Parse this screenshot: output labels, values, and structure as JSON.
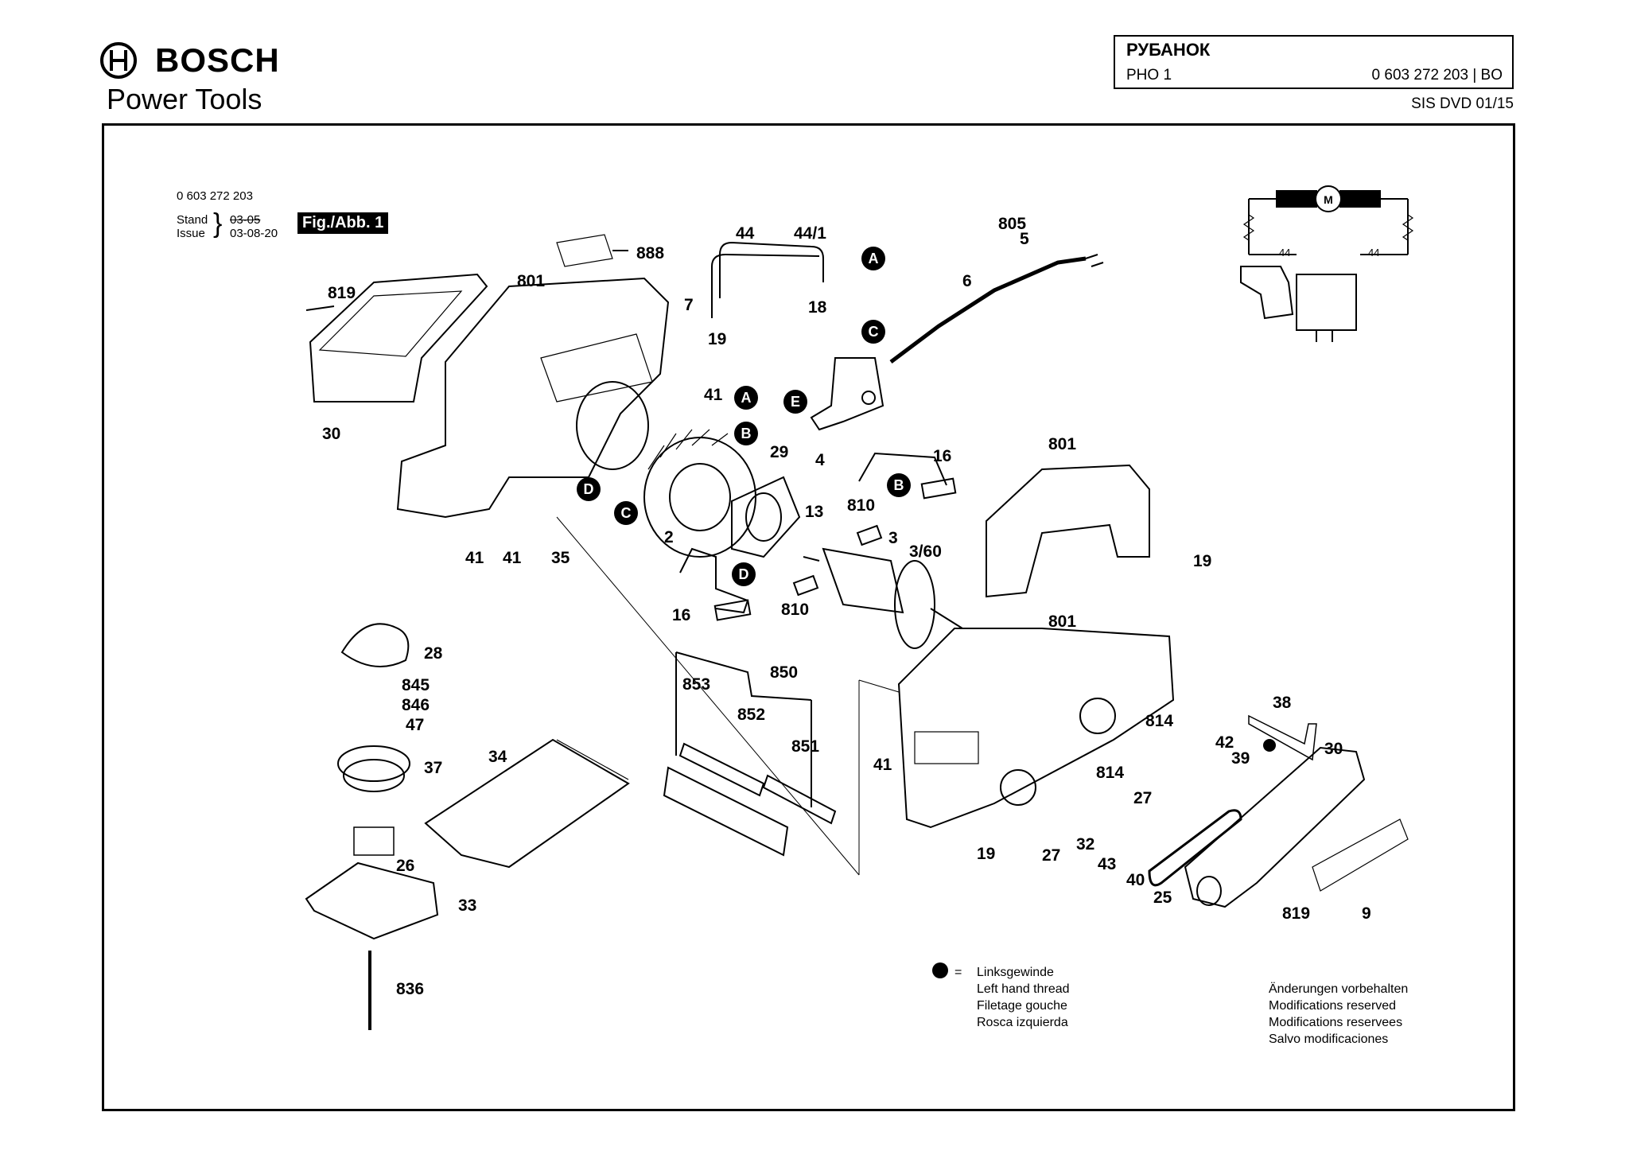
{
  "header": {
    "brand": "BOSCH",
    "subbrand": "Power Tools",
    "product_title": "РУБАНОК",
    "model": "PHO 1",
    "part_number": "0 603 272 203 | BO",
    "source_ref": "SIS DVD 01/15"
  },
  "diagram": {
    "article_number": "0 603 272 203",
    "stand_label": "Stand",
    "issue_label": "Issue",
    "stand_old": "03-05",
    "issue_date": "03-08-20",
    "figure_tag": "Fig./Abb. 1",
    "part_labels": [
      {
        "id": "888",
        "text": "888"
      },
      {
        "id": "819a",
        "text": "819"
      },
      {
        "id": "801a",
        "text": "801"
      },
      {
        "id": "30a",
        "text": "30"
      },
      {
        "id": "44",
        "text": "44"
      },
      {
        "id": "44-1",
        "text": "44/1"
      },
      {
        "id": "805",
        "text": "805"
      },
      {
        "id": "5",
        "text": "5"
      },
      {
        "id": "6",
        "text": "6"
      },
      {
        "id": "7",
        "text": "7"
      },
      {
        "id": "19a",
        "text": "19"
      },
      {
        "id": "18",
        "text": "18"
      },
      {
        "id": "41a",
        "text": "41"
      },
      {
        "id": "4",
        "text": "4"
      },
      {
        "id": "29",
        "text": "29"
      },
      {
        "id": "2",
        "text": "2"
      },
      {
        "id": "41b",
        "text": "41"
      },
      {
        "id": "41c",
        "text": "41"
      },
      {
        "id": "35",
        "text": "35"
      },
      {
        "id": "13",
        "text": "13"
      },
      {
        "id": "16a",
        "text": "16"
      },
      {
        "id": "810a",
        "text": "810"
      },
      {
        "id": "3",
        "text": "3"
      },
      {
        "id": "3-60",
        "text": "3/60"
      },
      {
        "id": "801b",
        "text": "801"
      },
      {
        "id": "19b",
        "text": "19"
      },
      {
        "id": "16b",
        "text": "16"
      },
      {
        "id": "810b",
        "text": "810"
      },
      {
        "id": "28",
        "text": "28"
      },
      {
        "id": "845",
        "text": "845"
      },
      {
        "id": "846",
        "text": "846"
      },
      {
        "id": "47",
        "text": "47"
      },
      {
        "id": "37",
        "text": "37"
      },
      {
        "id": "34",
        "text": "34"
      },
      {
        "id": "853",
        "text": "853"
      },
      {
        "id": "850",
        "text": "850"
      },
      {
        "id": "852",
        "text": "852"
      },
      {
        "id": "851",
        "text": "851"
      },
      {
        "id": "801c",
        "text": "801"
      },
      {
        "id": "41d",
        "text": "41"
      },
      {
        "id": "814a",
        "text": "814"
      },
      {
        "id": "42",
        "text": "42"
      },
      {
        "id": "39",
        "text": "39"
      },
      {
        "id": "38",
        "text": "38"
      },
      {
        "id": "30b",
        "text": "30"
      },
      {
        "id": "814b",
        "text": "814"
      },
      {
        "id": "27a",
        "text": "27"
      },
      {
        "id": "26",
        "text": "26"
      },
      {
        "id": "33",
        "text": "33"
      },
      {
        "id": "19c",
        "text": "19"
      },
      {
        "id": "27b",
        "text": "27"
      },
      {
        "id": "32",
        "text": "32"
      },
      {
        "id": "43",
        "text": "43"
      },
      {
        "id": "40",
        "text": "40"
      },
      {
        "id": "25",
        "text": "25"
      },
      {
        "id": "819b",
        "text": "819"
      },
      {
        "id": "9",
        "text": "9"
      },
      {
        "id": "836",
        "text": "836"
      }
    ],
    "callouts": [
      "A",
      "B",
      "C",
      "D",
      "E"
    ],
    "circuit": {
      "motor": "M",
      "left": "44",
      "right": "44"
    }
  },
  "legend": {
    "symbol_eq": "=",
    "lines": [
      "Linksgewinde",
      "Left hand thread",
      "Filetage gouche",
      "Rosca izquierda"
    ]
  },
  "modifications": {
    "lines": [
      "Änderungen vorbehalten",
      "Modifications reserved",
      "Modifications reservees",
      "Salvo modificaciones"
    ]
  }
}
